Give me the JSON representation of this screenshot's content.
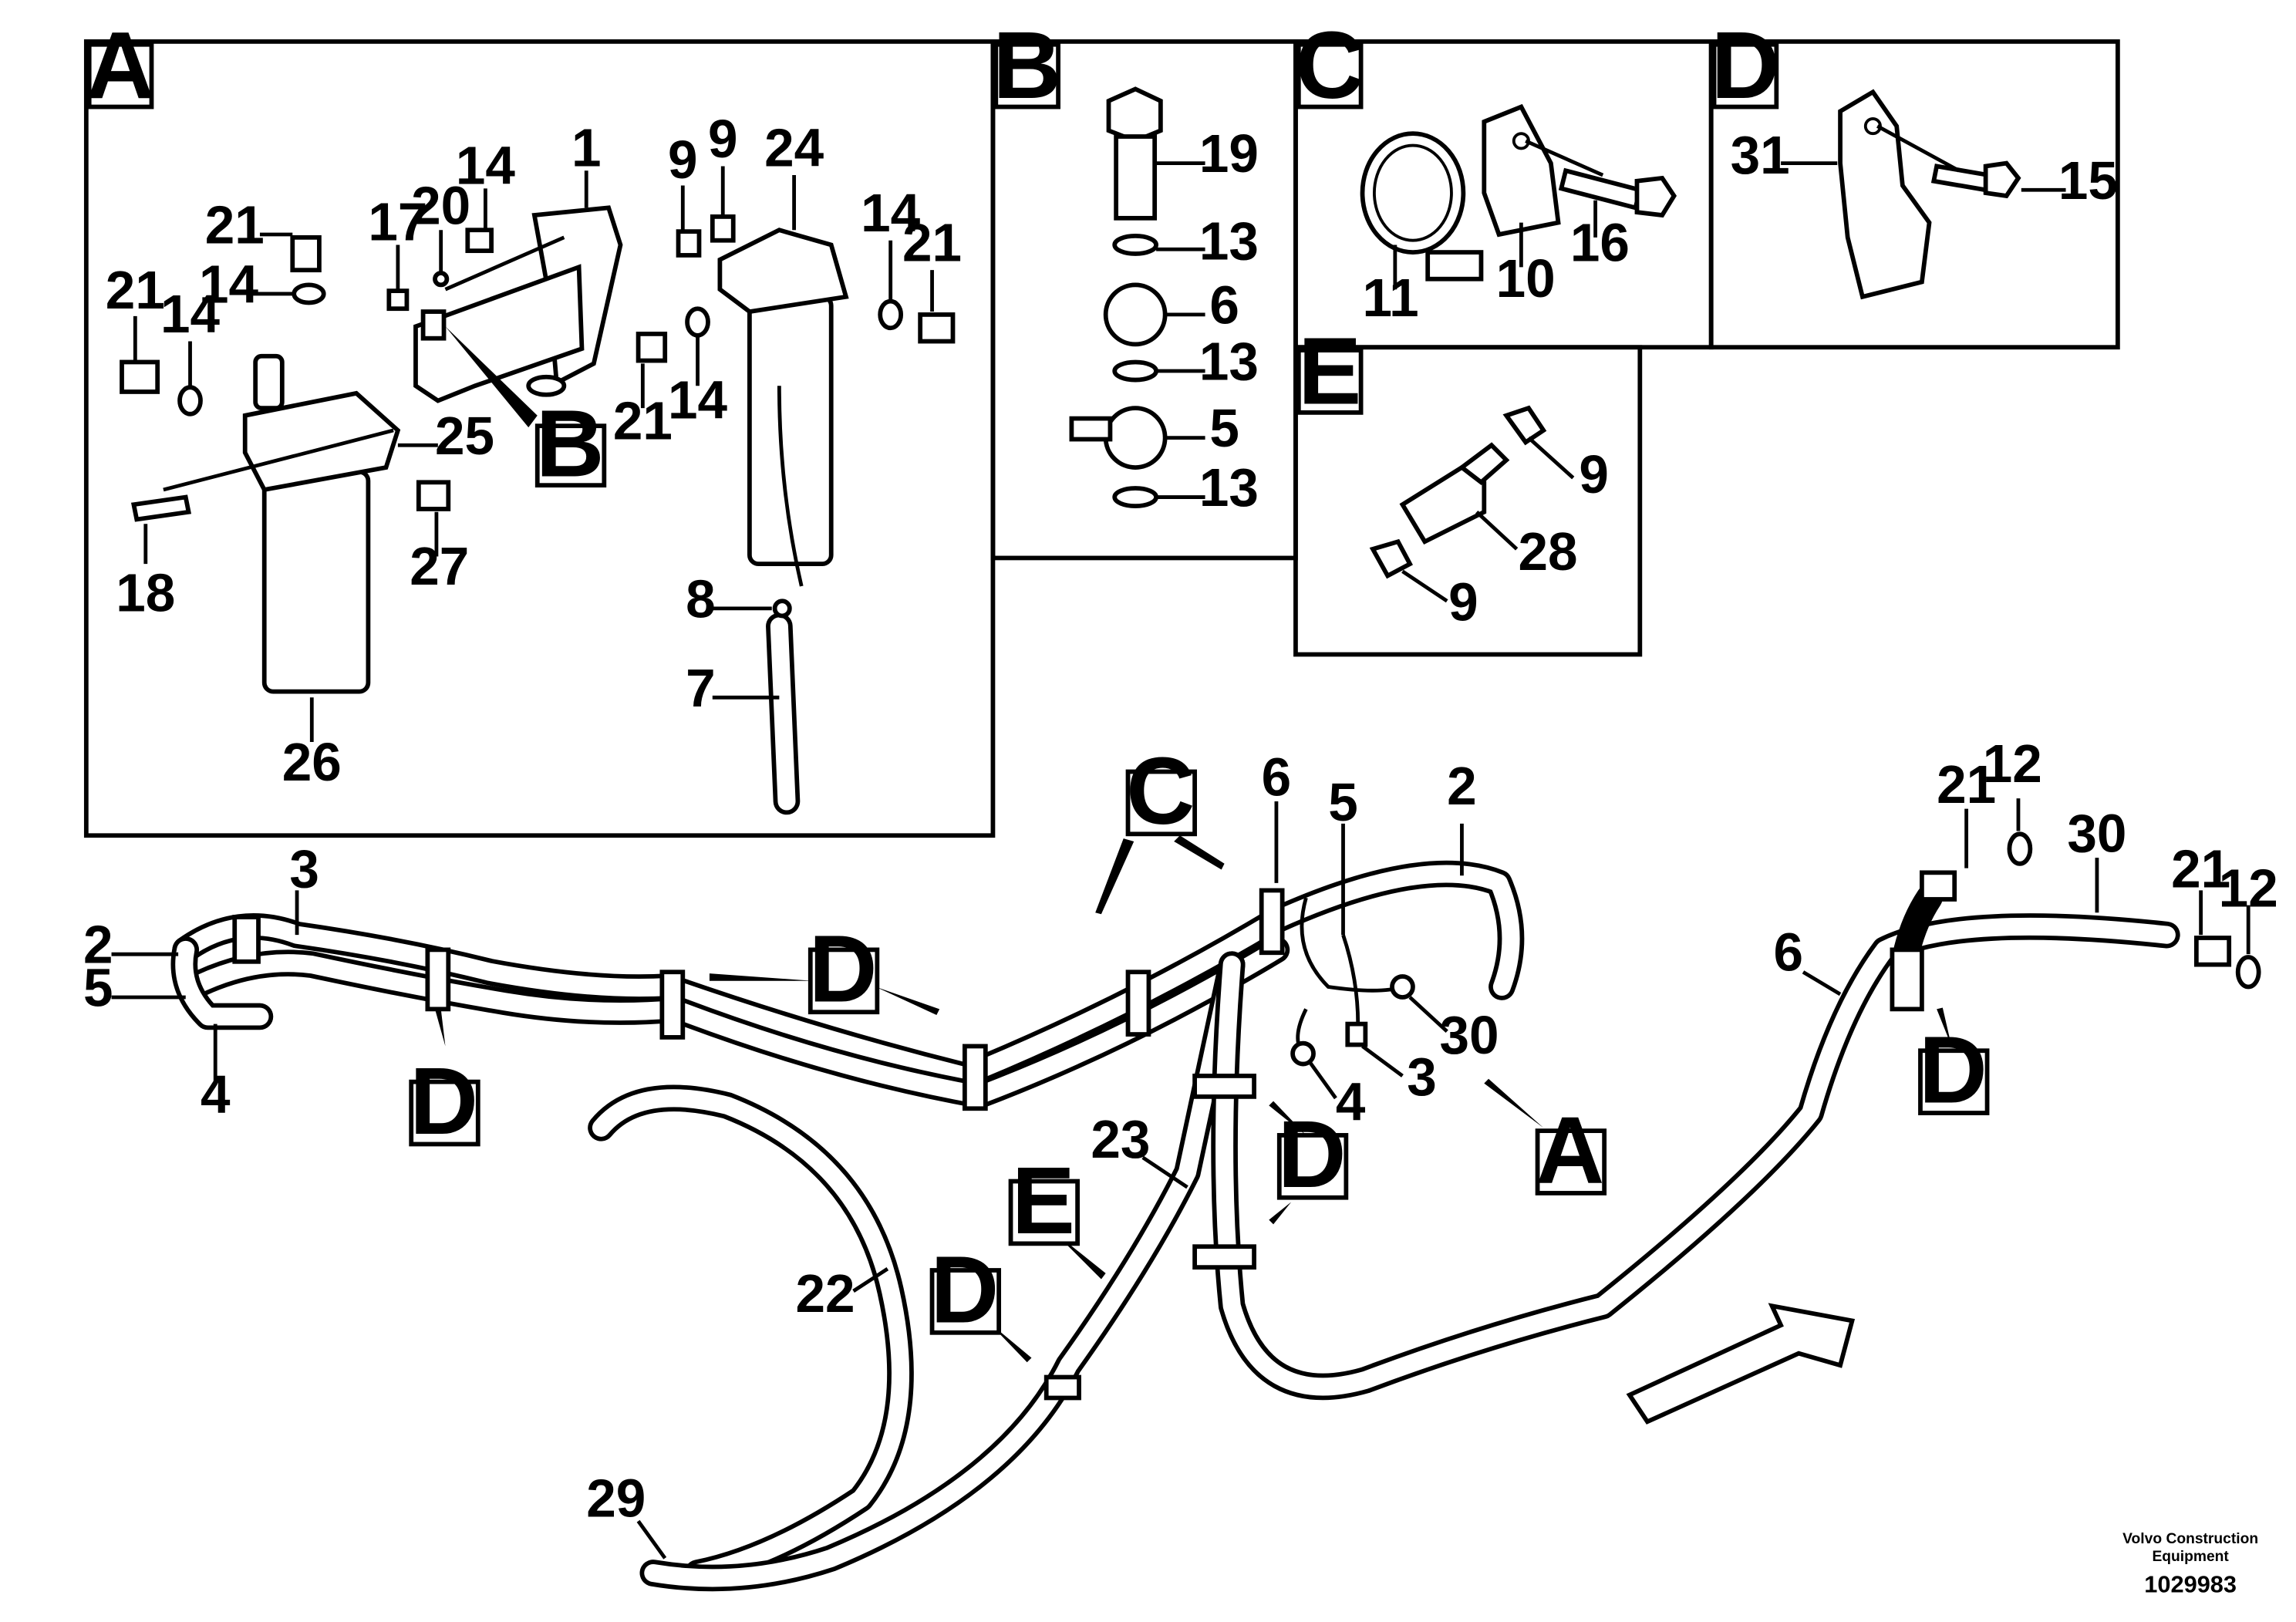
{
  "panels": {
    "a": {
      "letter": "A"
    },
    "b": {
      "letter": "B"
    },
    "c": {
      "letter": "C"
    },
    "d": {
      "letter": "D"
    },
    "e": {
      "letter": "E"
    }
  },
  "callouts": {
    "b_in_a": "B",
    "c_main": "C",
    "d_center": "D",
    "d_left": "D",
    "d_mid": "D",
    "d_lower": "D",
    "d_right": "D",
    "e_main": "E",
    "a_main": "A"
  },
  "labels": {
    "a": {
      "n1": "1",
      "n14a": "14",
      "n17": "17",
      "n20": "20",
      "n21a": "21",
      "n14b": "14",
      "n21b": "21",
      "n14c": "14",
      "n25": "25",
      "n18": "18",
      "n27": "27",
      "n26": "26",
      "n9a": "9",
      "n9b": "9",
      "n24": "24",
      "n14d": "14",
      "n21c": "21",
      "n21d": "21",
      "n14e": "14",
      "n8": "8",
      "n7": "7"
    },
    "b": {
      "n19": "19",
      "n13a": "13",
      "n6": "6",
      "n13b": "13",
      "n5": "5",
      "n13c": "13"
    },
    "c": {
      "n11": "11",
      "n10": "10",
      "n16": "16"
    },
    "d": {
      "n31": "31",
      "n15": "15"
    },
    "e": {
      "n9a": "9",
      "n28": "28",
      "n9b": "9"
    },
    "main": {
      "n3a": "3",
      "n2a": "2",
      "n5a": "5",
      "n4a": "4",
      "n6a": "6",
      "n5b": "5",
      "n2b": "2",
      "n30a": "30",
      "n4b": "4",
      "n3b": "3",
      "n23": "23",
      "n22": "22",
      "n29": "29",
      "n21a": "21",
      "n12a": "12",
      "n30b": "30",
      "n6b": "6",
      "n21b": "21",
      "n12b": "12"
    }
  },
  "footer": {
    "brand_line1": "Volvo Construction",
    "brand_line2": "Equipment",
    "drawing_no": "1029983"
  }
}
